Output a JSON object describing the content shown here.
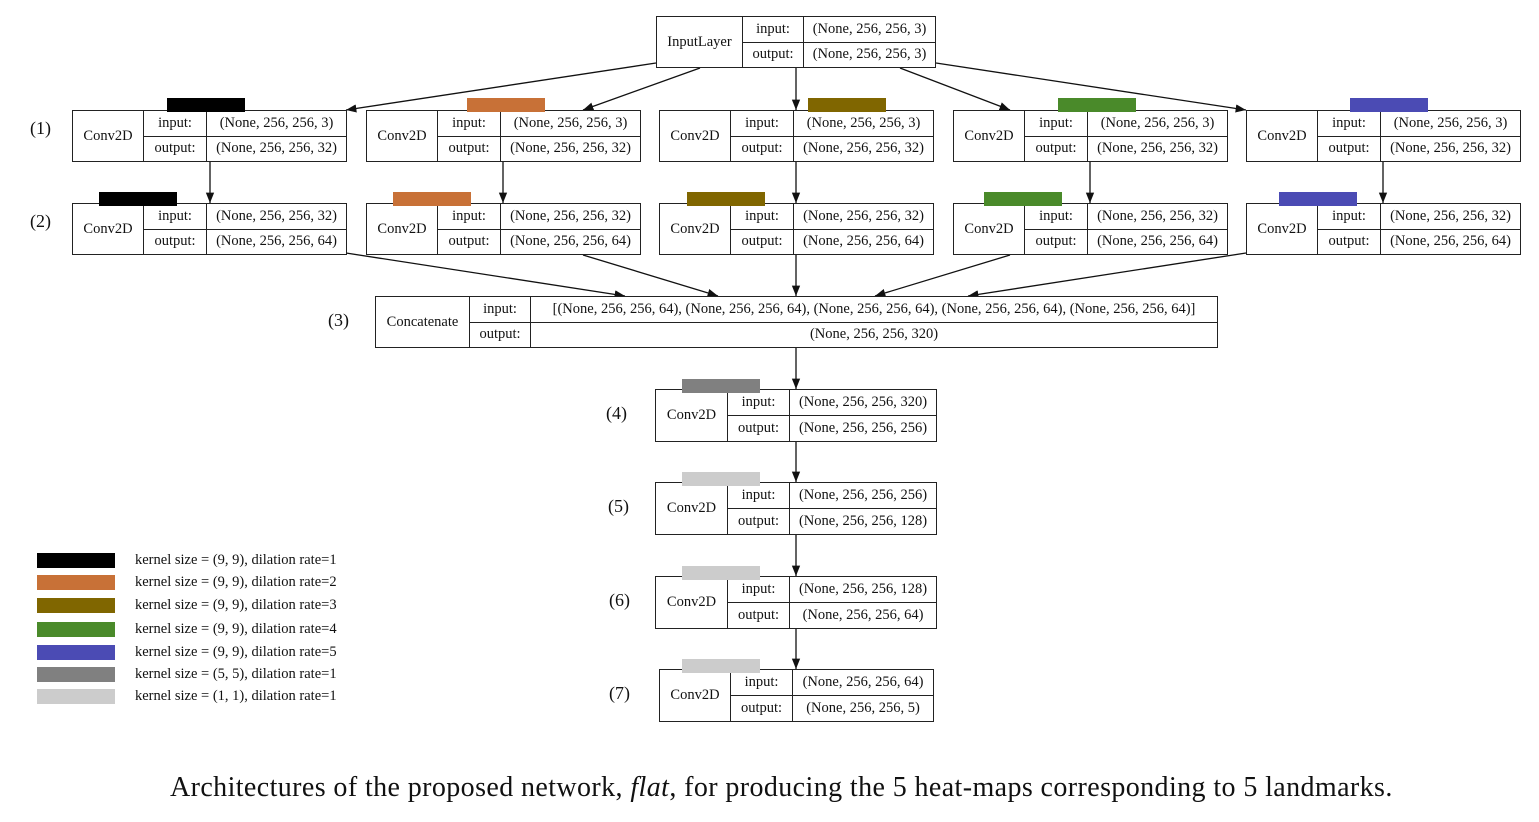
{
  "labels": {
    "input": "input:",
    "output": "output:"
  },
  "input_layer": {
    "name": "InputLayer",
    "input": "(None, 256, 256, 3)",
    "output": "(None, 256, 256, 3)"
  },
  "row1": {
    "label": "(1)",
    "nodes": [
      {
        "name": "Conv2D",
        "input": "(None, 256, 256, 3)",
        "output": "(None, 256, 256, 32)",
        "color": "#000000"
      },
      {
        "name": "Conv2D",
        "input": "(None, 256, 256, 3)",
        "output": "(None, 256, 256, 32)",
        "color": "#C87137"
      },
      {
        "name": "Conv2D",
        "input": "(None, 256, 256, 3)",
        "output": "(None, 256, 256, 32)",
        "color": "#806600"
      },
      {
        "name": "Conv2D",
        "input": "(None, 256, 256, 3)",
        "output": "(None, 256, 256, 32)",
        "color": "#4A8A2A"
      },
      {
        "name": "Conv2D",
        "input": "(None, 256, 256, 3)",
        "output": "(None, 256, 256, 32)",
        "color": "#4B4BB4"
      }
    ]
  },
  "row2": {
    "label": "(2)",
    "nodes": [
      {
        "name": "Conv2D",
        "input": "(None, 256, 256, 32)",
        "output": "(None, 256, 256, 64)",
        "color": "#000000"
      },
      {
        "name": "Conv2D",
        "input": "(None, 256, 256, 32)",
        "output": "(None, 256, 256, 64)",
        "color": "#C87137"
      },
      {
        "name": "Conv2D",
        "input": "(None, 256, 256, 32)",
        "output": "(None, 256, 256, 64)",
        "color": "#806600"
      },
      {
        "name": "Conv2D",
        "input": "(None, 256, 256, 32)",
        "output": "(None, 256, 256, 64)",
        "color": "#4A8A2A"
      },
      {
        "name": "Conv2D",
        "input": "(None, 256, 256, 32)",
        "output": "(None, 256, 256, 64)",
        "color": "#4B4BB4"
      }
    ]
  },
  "concat": {
    "label": "(3)",
    "name": "Concatenate",
    "input": "[(None, 256, 256, 64), (None, 256, 256, 64), (None, 256, 256, 64), (None, 256, 256, 64), (None, 256, 256, 64)]",
    "output": "(None, 256, 256, 320)"
  },
  "stack": [
    {
      "label": "(4)",
      "name": "Conv2D",
      "input": "(None, 256, 256, 320)",
      "output": "(None, 256, 256, 256)",
      "color": "#808080"
    },
    {
      "label": "(5)",
      "name": "Conv2D",
      "input": "(None, 256, 256, 256)",
      "output": "(None, 256, 256, 128)",
      "color": "#CCCCCC"
    },
    {
      "label": "(6)",
      "name": "Conv2D",
      "input": "(None, 256, 256, 128)",
      "output": "(None, 256, 256, 64)",
      "color": "#CCCCCC"
    },
    {
      "label": "(7)",
      "name": "Conv2D",
      "input": "(None, 256, 256, 64)",
      "output": "(None, 256, 256, 5)",
      "color": "#CCCCCC"
    }
  ],
  "legend": [
    {
      "text": "kernel size = (9, 9), dilation rate=1",
      "color": "#000000"
    },
    {
      "text": "kernel size = (9, 9), dilation rate=2",
      "color": "#C87137"
    },
    {
      "text": "kernel size = (9, 9), dilation rate=3",
      "color": "#806600"
    },
    {
      "text": "kernel size = (9, 9), dilation rate=4",
      "color": "#4A8A2A"
    },
    {
      "text": "kernel size = (9, 9), dilation rate=5",
      "color": "#4B4BB4"
    },
    {
      "text": "kernel size = (5, 5), dilation rate=1",
      "color": "#808080"
    },
    {
      "text": "kernel size = (1, 1), dilation rate=1",
      "color": "#CCCCCC"
    }
  ],
  "caption": {
    "before": "Architectures of the proposed network, ",
    "emph": "flat",
    "after": ", for producing the 5 heat-maps corresponding to 5 landmarks."
  }
}
